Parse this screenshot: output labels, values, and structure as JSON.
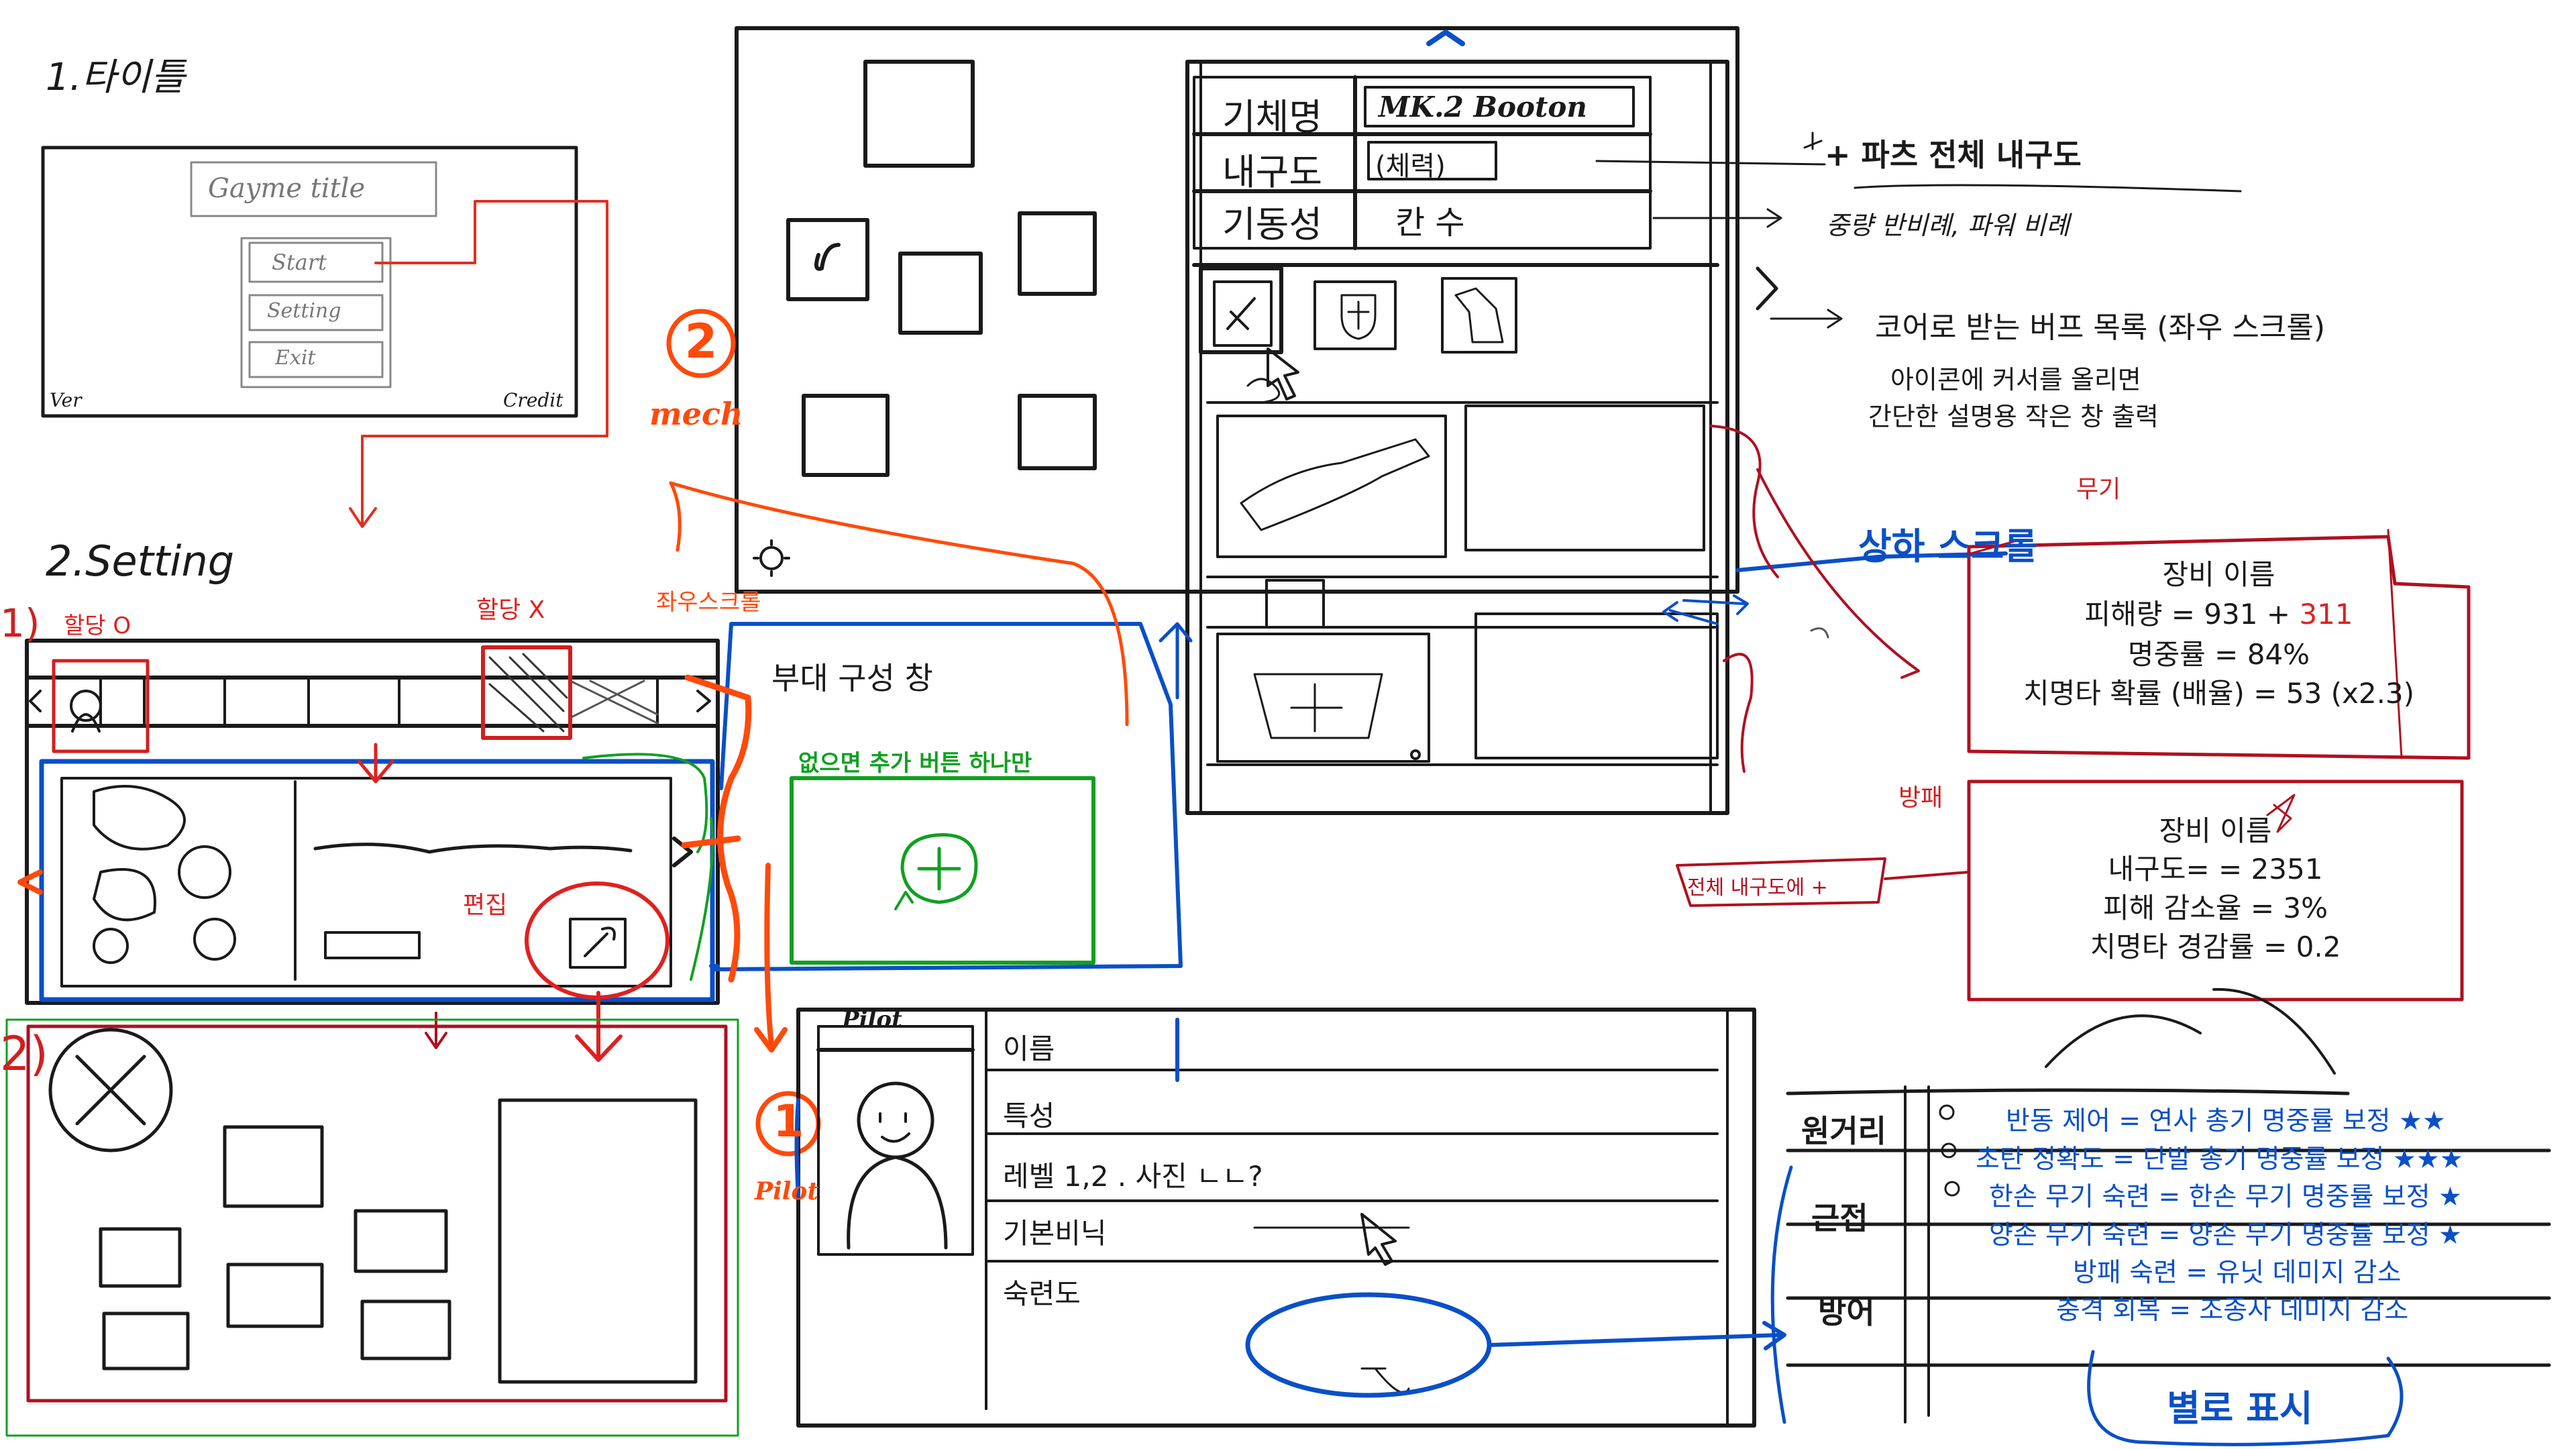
{
  "section_titles": {
    "title_screen": "1.타이틀",
    "setting": "2.Setting"
  },
  "title_screen": {
    "game_title": "Gayme title",
    "buttons": [
      "Start",
      "Setting",
      "Exit"
    ],
    "ver": "Ver",
    "credit": "Credit"
  },
  "setting_notes": {
    "assigned_o": "할당 O",
    "assigned_x": "할당 X",
    "left_right_scroll": "좌우스크롤",
    "edit": "편집",
    "num1": "1)",
    "num2": "2)"
  },
  "mech": {
    "circle_num": "2",
    "label": "mech",
    "stats": [
      {
        "label": "기체명",
        "value": "MK.2 Booton"
      },
      {
        "label": "내구도",
        "value": "(체력)"
      },
      {
        "label": "기동성",
        "value": "칸 수"
      }
    ]
  },
  "pilot": {
    "circle_num": "1",
    "label": "Pilot",
    "header": "Pilot",
    "rows": [
      "이름",
      "특성",
      "레벨 1,2 . 사진 ㄴㄴ?",
      "기본비닉",
      "숙련도"
    ]
  },
  "unit_window": {
    "title": "부대 구성 창",
    "note": "없으면 추가 버튼 하나만"
  },
  "annotations": {
    "part_durability": "+ 파츠 전체 내구도",
    "weight_note": "중량 반비례, 파워 비례",
    "buff_list": "코어로 받는 버프 목록 (좌우 스크롤)",
    "icon_hover_1": "아이콘에 커서를 올리면",
    "icon_hover_2": "간단한 설명용 작은 창 출력",
    "vertical_scroll": "상하 스크롤",
    "weapon_tag": "무기",
    "shield_tag": "방패",
    "total_durability": "전체 내구도에 +",
    "separate_mark": "별로 표시"
  },
  "weapon_box": {
    "name": "장비 이름",
    "damage_prefix": "피해량 = 931 + ",
    "damage_bonus": "311",
    "accuracy": "명중률 = 84%",
    "crit": "치명타 확률 (배율) = 53 (x2.3)"
  },
  "shield_box": {
    "name": "장비 이름",
    "durability": "내구도= = 2351",
    "reduction": "피해 감소율 = 3%",
    "crit_reduce": "치명타 경감률 = 0.2"
  },
  "skills": {
    "categories": [
      "원거리",
      "근접",
      "방어"
    ],
    "items": [
      "반동 제어 = 연사 총기 명중률 보정 ★★",
      "초탄 정확도 = 단발 총기 명중률 보정 ★★★",
      "한손 무기 숙련 = 한손 무기 명중률 보정 ★",
      "양손 무기 숙련 = 양손 무기 명중률 보정 ★",
      "방패 숙련 = 유닛 데미지 감소",
      "충격 회복 = 조종사 데미지 감소"
    ]
  },
  "colors": {
    "ink": "#1a1a1a",
    "blue": "#0a4fc8",
    "red": "#b01020",
    "green": "#10a020",
    "orange": "#ff4a0a"
  }
}
